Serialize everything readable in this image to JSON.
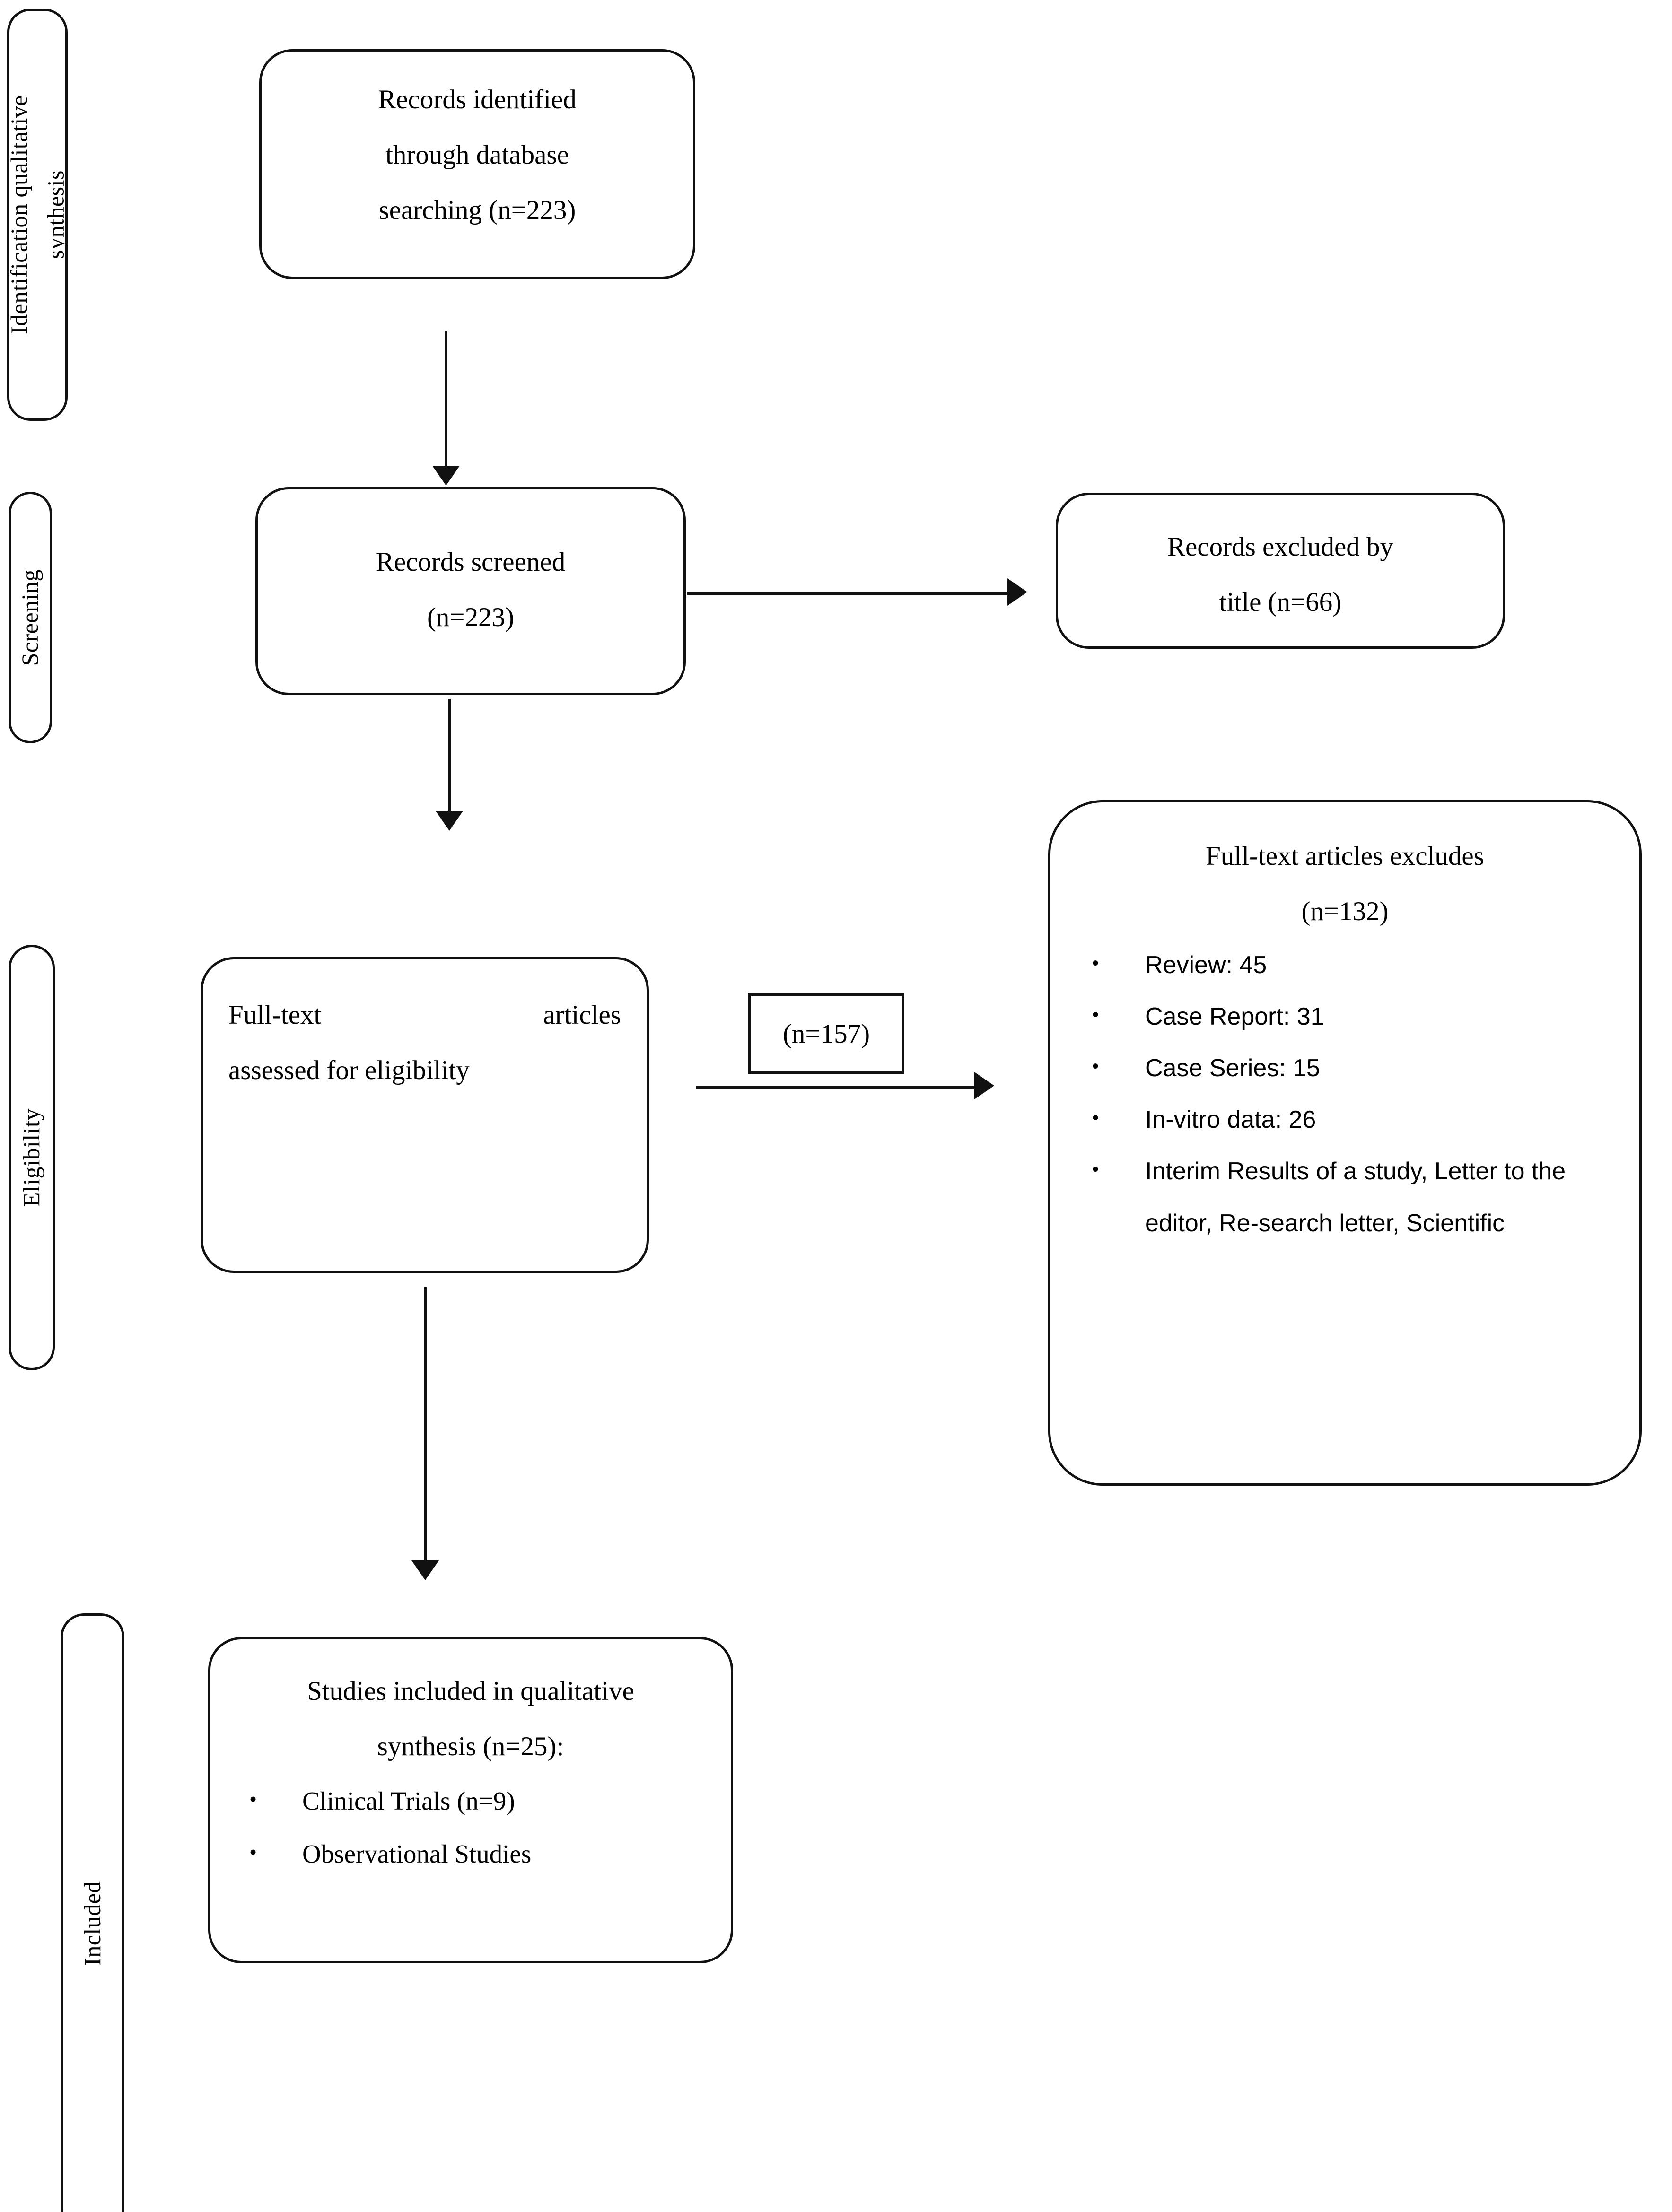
{
  "diagram": {
    "type": "prisma-flow-diagram",
    "stages": [
      {
        "id": "identification",
        "label": "Identification qualitative\nsynthesis"
      },
      {
        "id": "screening",
        "label": "Screening"
      },
      {
        "id": "eligibility",
        "label": "Eligibility"
      },
      {
        "id": "included",
        "label": "Included"
      }
    ],
    "nodes": {
      "records_identified": {
        "lines": [
          "Records identified",
          "through database",
          "searching (n=223)"
        ]
      },
      "records_screened": {
        "lines": [
          "Records screened",
          "(n=223)"
        ]
      },
      "records_excluded": {
        "lines": [
          "Records excluded by",
          "title (n=66)"
        ]
      },
      "fulltext_assessed": {
        "lines": [
          "Full-text articles",
          "assessed for eligibility"
        ]
      },
      "edge_label_157": {
        "text": "(n=157)"
      },
      "fulltext_excluded": {
        "lines": [
          "Full-text articles excludes",
          "(n=132)"
        ],
        "bullets": [
          "Review: 45",
          "Case Report: 31",
          "Case Series: 15",
          "In-vitro data: 26",
          "Interim Results of a study, Letter to the editor, Re-search letter, Scientific"
        ]
      },
      "studies_included": {
        "lines": [
          "Studies included in qualitative",
          "synthesis (n=25):"
        ],
        "bullets": [
          "Clinical Trials (n=9)",
          "Observational Studies"
        ]
      }
    },
    "counts": {
      "identified": 223,
      "screened": 223,
      "excluded_by_title": 66,
      "fulltext_assessed": 157,
      "fulltext_excluded": 132,
      "included_total": 25,
      "clinical_trials": 9,
      "exclusion_breakdown": {
        "review": 45,
        "case_report": 31,
        "case_series": 15,
        "in_vitro_data": 26
      }
    },
    "colors": {
      "stroke": "#111111",
      "background": "#ffffff",
      "text": "#000000"
    }
  }
}
